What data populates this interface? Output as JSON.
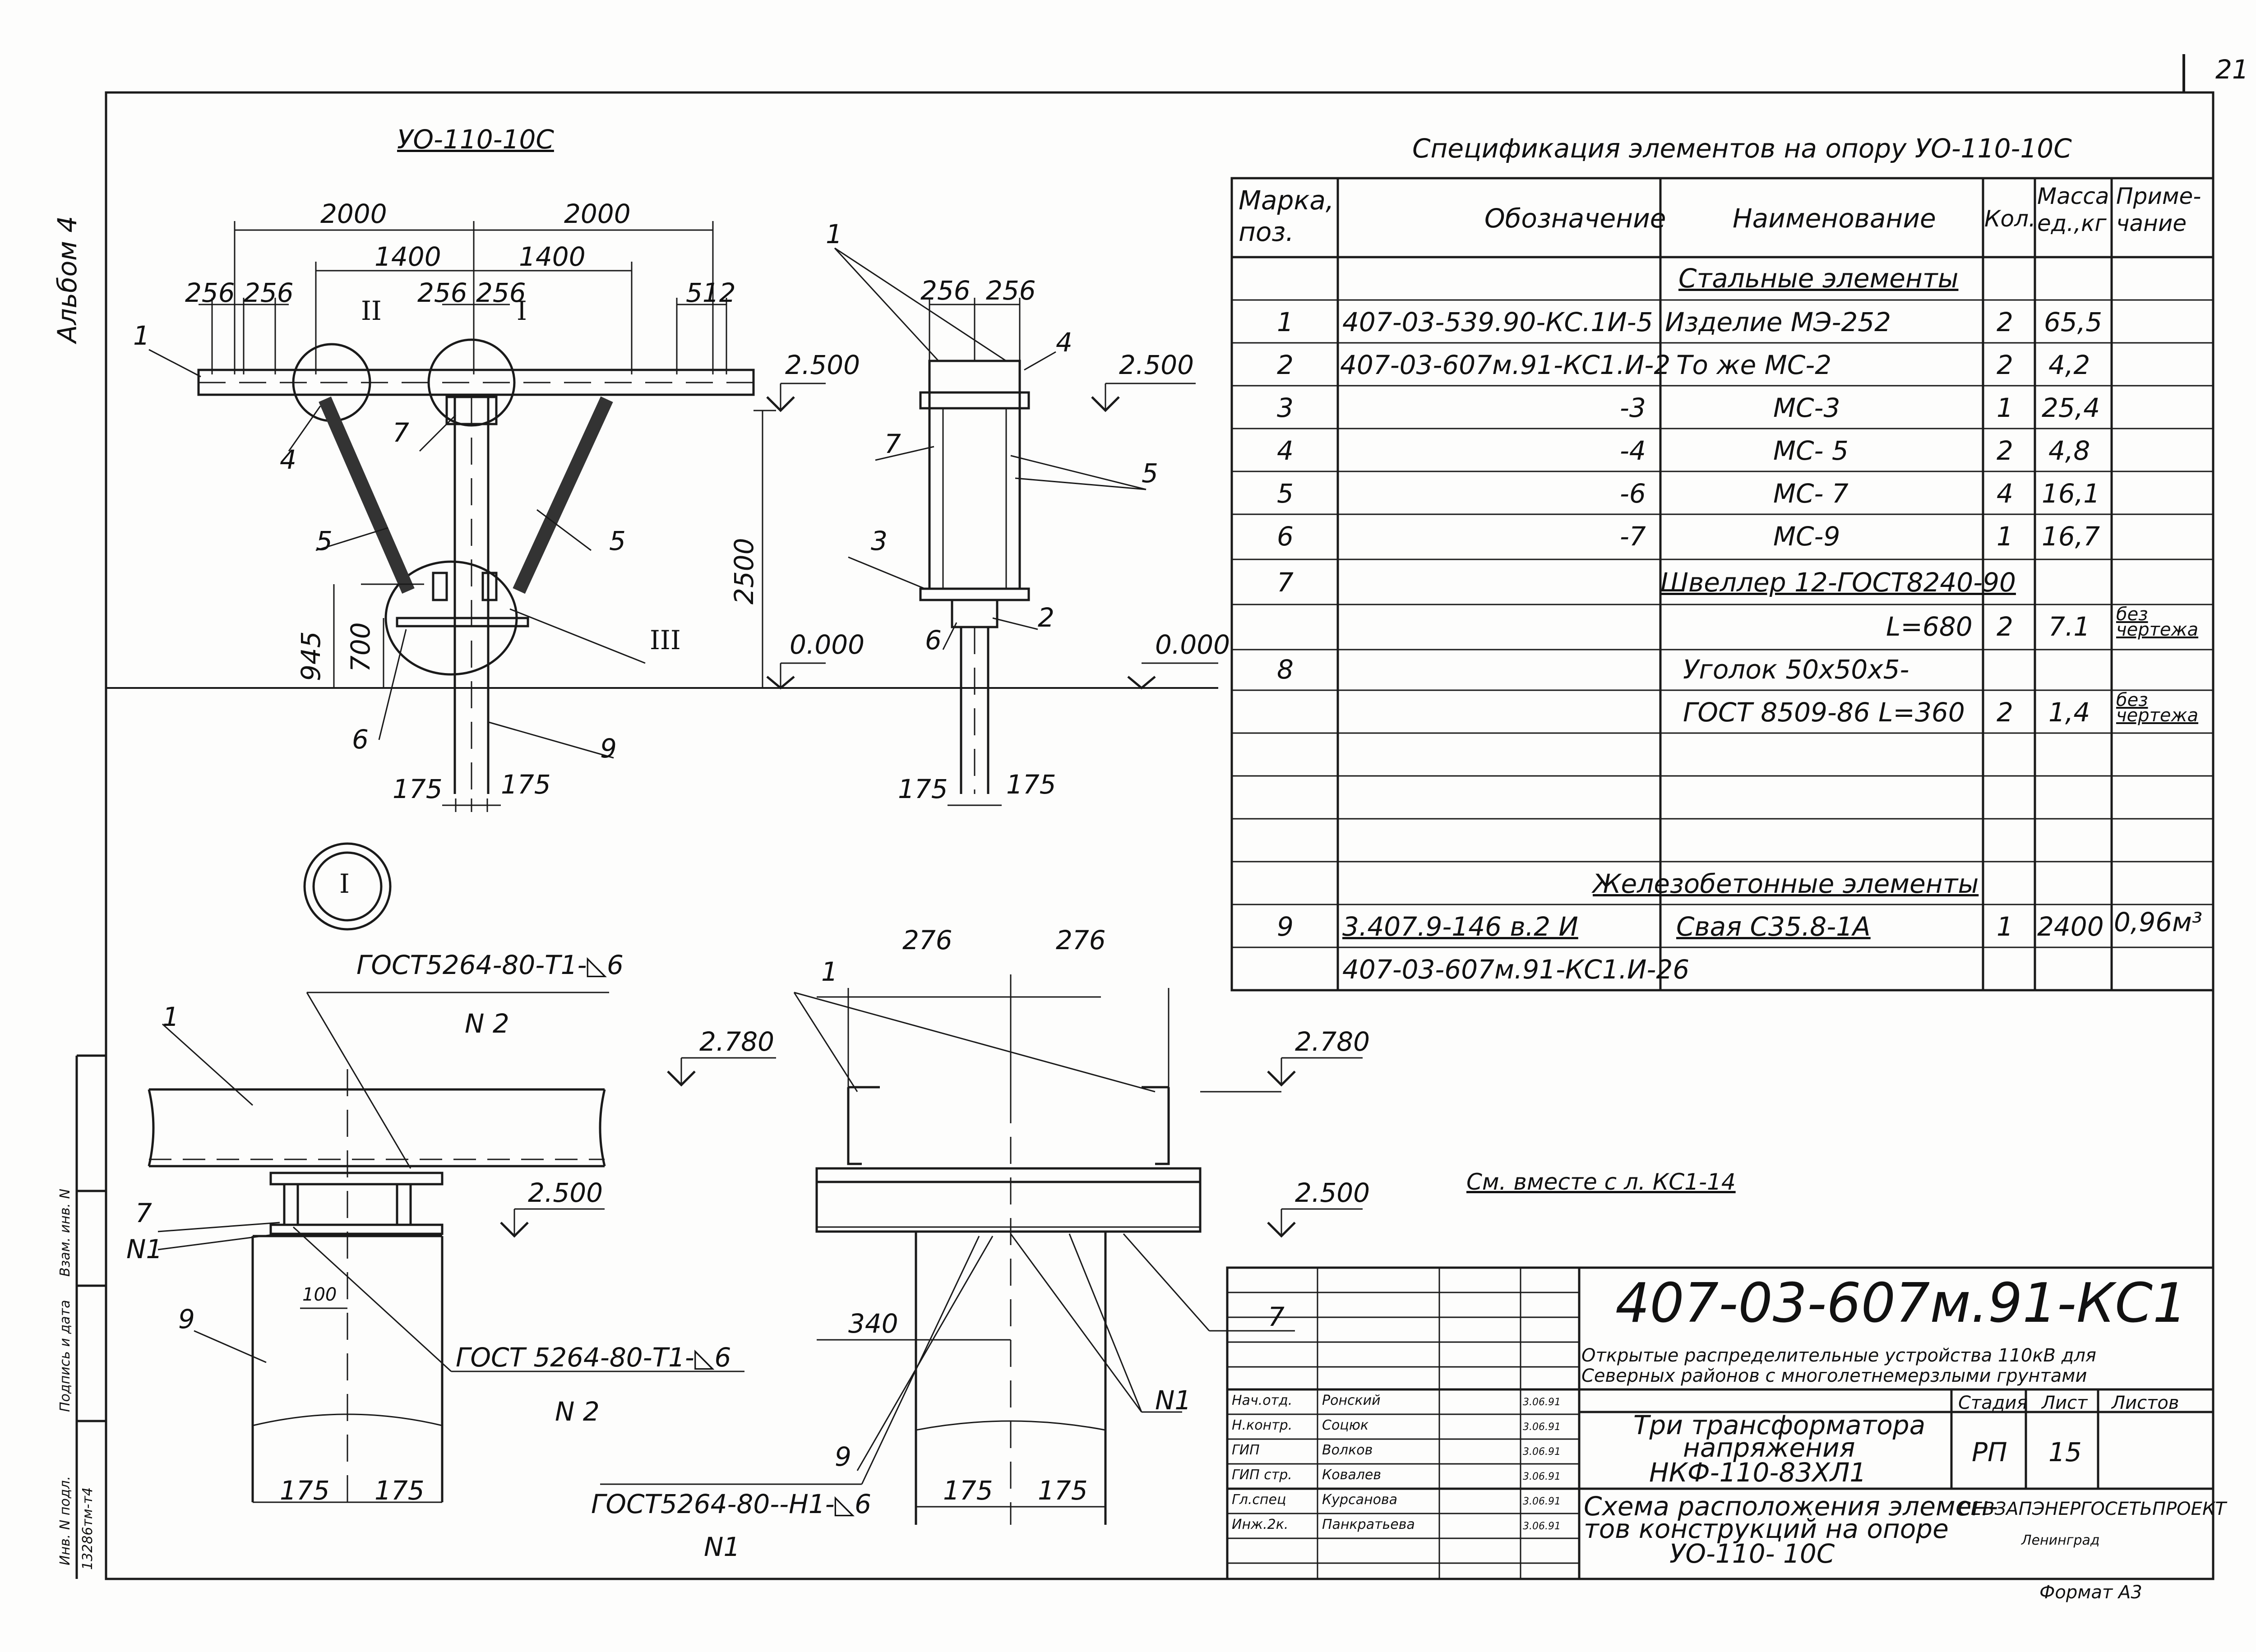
{
  "sheet": {
    "page_number": "21",
    "album_label": "Альбом 4",
    "side_stamp": {
      "inv_orig": "Инв. N подл.",
      "inv_number": "13286тм-т4",
      "signature_date": "Подпись и дата",
      "replaces_inv": "Взам. инв. N"
    }
  },
  "front_view": {
    "title": "УО-110-10С",
    "dim_left": "2000",
    "dim_right": "2000",
    "dim_inner_left": "1400",
    "dim_inner_right": "1400",
    "dim_256a": "256",
    "dim_256b": "256",
    "dim_256c": "256",
    "dim_256d": "256",
    "dim_512": "512",
    "callout_II": "II",
    "callout_I": "I",
    "callout_III": "III",
    "elev_top": "2.500",
    "elev_ground": "0.000",
    "dim_height": "2500",
    "dim_945": "945",
    "dim_700": "700",
    "dim_175a": "175",
    "dim_175b": "175",
    "pos_1": "1",
    "pos_4": "4",
    "pos_5a": "5",
    "pos_5b": "5",
    "pos_6": "6",
    "pos_7": "7",
    "pos_9": "9"
  },
  "side_view": {
    "dim_256a": "256",
    "dim_256b": "256",
    "elev_top": "2.500",
    "elev_ground": "0.000",
    "dim_175a": "175",
    "dim_175b": "175",
    "pos_1": "1",
    "pos_2": "2",
    "pos_3": "3",
    "pos_4": "4",
    "pos_5": "5",
    "pos_6": "6",
    "pos_7": "7"
  },
  "spec": {
    "title": "Спецификация элементов на опору  УО-110-10С",
    "headers": {
      "mark": "Марка, поз.",
      "designation": "Обозначение",
      "name": "Наименование",
      "qty": "Кол.",
      "mass": "Масса ед.,кг",
      "note": "Приме- чание"
    },
    "section_steel": "Стальные элементы",
    "section_concrete": "Железобетонные элементы",
    "rows": [
      {
        "mark": "1",
        "designation": "407-03-539.90-КС.1И-5",
        "name": "Изделие  МЭ-252",
        "qty": "2",
        "mass": "65,5",
        "note": ""
      },
      {
        "mark": "2",
        "designation": "407-03-607м.91-КС1.И-2",
        "name": "То же   МС-2",
        "qty": "2",
        "mass": "4,2",
        "note": ""
      },
      {
        "mark": "3",
        "designation": "-3",
        "name": "МС-3",
        "qty": "1",
        "mass": "25,4",
        "note": ""
      },
      {
        "mark": "4",
        "designation": "-4",
        "name": "МС- 5",
        "qty": "2",
        "mass": "4,8",
        "note": ""
      },
      {
        "mark": "5",
        "designation": "-6",
        "name": "МС- 7",
        "qty": "4",
        "mass": "16,1",
        "note": ""
      },
      {
        "mark": "6",
        "designation": "-7",
        "name": "МС-9",
        "qty": "1",
        "mass": "16,7",
        "note": ""
      },
      {
        "mark": "7",
        "designation": "",
        "name": "Швеллер 12-ГОСТ8240-90",
        "qty": "",
        "mass": "",
        "note": ""
      },
      {
        "mark": "",
        "designation": "",
        "name": "L=680",
        "qty": "2",
        "mass": "7.1",
        "note": "без чертежа"
      },
      {
        "mark": "8",
        "designation": "",
        "name": "Уголок 50х50х5-",
        "qty": "",
        "mass": "",
        "note": ""
      },
      {
        "mark": "",
        "designation": "",
        "name": "ГОСТ 8509-86  L=360",
        "qty": "2",
        "mass": "1,4",
        "note": "без чертежа"
      }
    ],
    "concrete_row": {
      "mark": "9",
      "designation_1": "3.407.9-146 в.2   И",
      "designation_2": "407-03-607м.91-КС1.И-26",
      "name": "Свая С35.8-1А",
      "qty": "1",
      "mass": "2400",
      "note": "0,96м³"
    }
  },
  "detail_I": {
    "callout": "I",
    "weld_top": "ГОСТ5264-80-Т1-◺6",
    "weld_top_note": "N 2",
    "weld_bottom": "ГОСТ 5264-80-Т1-◺6",
    "weld_bottom_note": "N 2",
    "elev_2780": "2.780",
    "elev_2500": "2.500",
    "dim_100": "100",
    "dim_175a": "175",
    "dim_175b": "175",
    "pos_1": "1",
    "pos_7": "7",
    "pos_9": "9",
    "n1": "N1"
  },
  "detail_II": {
    "dim_276a": "276",
    "dim_276b": "276",
    "elev_2780": "2.780",
    "elev_2500": "2.500",
    "dim_340": "340",
    "dim_175a": "175",
    "dim_175b": "175",
    "weld": "ГОСТ5264-80--Н1-◺6",
    "weld_note": "N1",
    "pos_1": "1",
    "pos_7": "7",
    "pos_9": "9",
    "n1": "N1"
  },
  "see_also": "См. вместе с л. КС1-14",
  "title_block": {
    "code": "407-03-607м.91-КС1",
    "project_line1": "Открытые распределительные устройства 110кВ для",
    "project_line2": "Северных районов с многолетнемерзлыми грунтами",
    "object_line1": "Три трансформатора",
    "object_line2": "напряжения",
    "object_line3": "НКФ-110-83ХЛ1",
    "sheet_line1": "Схема расположения элемен-",
    "sheet_line2": "тов конструкций на опоре",
    "sheet_line3": "УО-110- 10С",
    "stage_label": "Стадия",
    "sheet_label": "Лист",
    "sheets_label": "Листов",
    "stage": "РП",
    "sheet_no": "15",
    "org": "СЕВЗАПЭНЕРГОСЕТЬПРОЕКТ",
    "city": "Ленинград",
    "format": "Формат А3",
    "people": [
      {
        "role": "Нач.отд.",
        "name": "Ронский",
        "date": "3.06.91"
      },
      {
        "role": "Н.контр.",
        "name": "Соцюк",
        "date": "3.06.91"
      },
      {
        "role": "ГИП",
        "name": "Волков",
        "date": "3.06.91"
      },
      {
        "role": "ГИП стр.",
        "name": "Ковалев",
        "date": "3.06.91"
      },
      {
        "role": "Гл.спец",
        "name": "Курсанова",
        "date": "3.06.91"
      },
      {
        "role": "Инж.2к.",
        "name": "Панкратьева",
        "date": "3.06.91"
      }
    ]
  }
}
